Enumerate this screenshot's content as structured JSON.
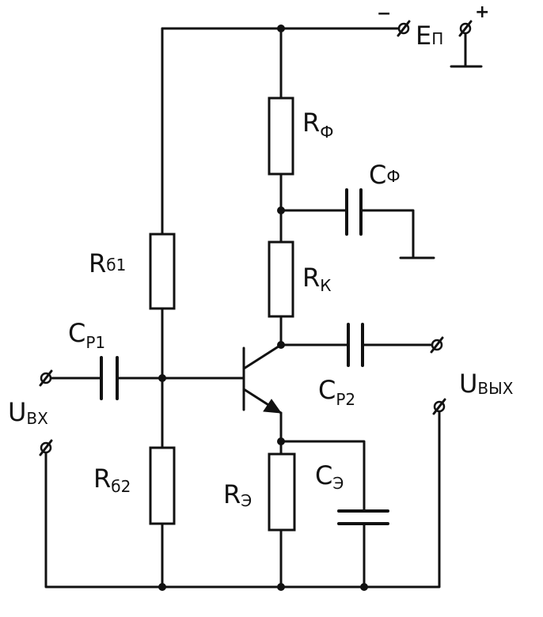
{
  "labels": {
    "supply": {
      "main": "E",
      "sub": "П"
    },
    "supply_minus": "−",
    "supply_plus": "+",
    "r_filter": {
      "main": "R",
      "sub": "Ф"
    },
    "c_filter": {
      "main": "C",
      "sub": "Ф"
    },
    "r_bias1": {
      "main": "R",
      "sub": "б1"
    },
    "r_collector": {
      "main": "R",
      "sub": "К"
    },
    "c_coupling1": {
      "main": "C",
      "sub": "Р1"
    },
    "c_coupling2": {
      "main": "C",
      "sub": "Р2"
    },
    "u_in": {
      "main": "U",
      "sub": "ВХ"
    },
    "u_out": {
      "main": "U",
      "sub": "ВЫХ"
    },
    "r_bias2": {
      "main": "R",
      "sub": "б2"
    },
    "r_emitter": {
      "main": "R",
      "sub": "Э"
    },
    "c_emitter": {
      "main": "C",
      "sub": "Э"
    }
  }
}
